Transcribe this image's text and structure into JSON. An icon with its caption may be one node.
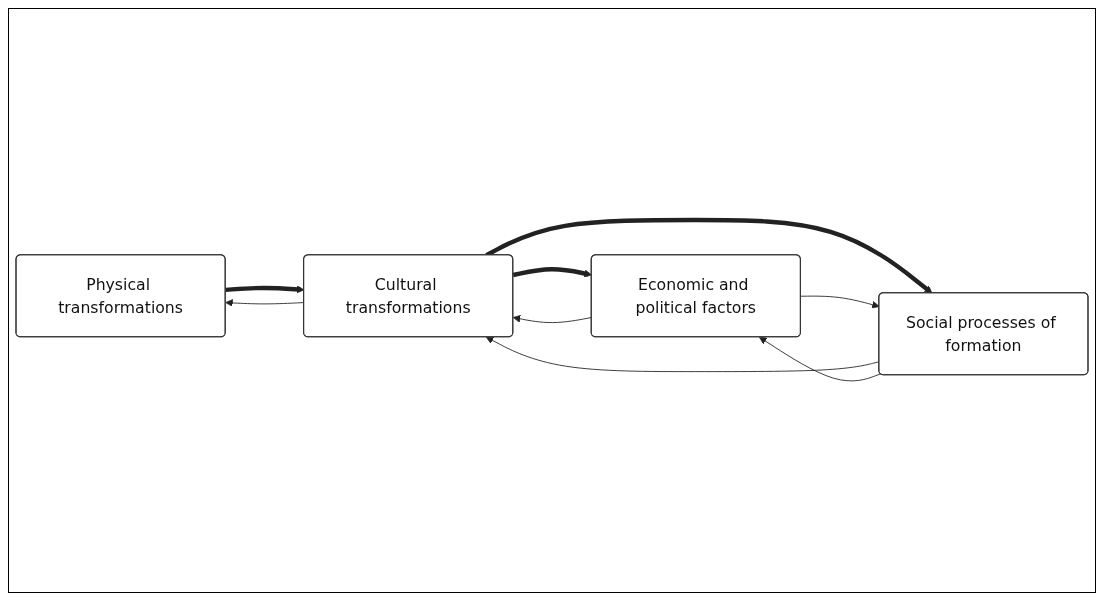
{
  "diagram": {
    "nodes": [
      {
        "text": [
          "Physical transformations"
        ]
      },
      {
        "text": [
          "Cultural transformations"
        ]
      },
      {
        "text": [
          "Economic and political factors"
        ]
      },
      {
        "text": [
          "Social processes of formation"
        ]
      }
    ],
    "edges": [
      {
        "from": 1,
        "to": 0,
        "arrow": "to"
      },
      {
        "from": 0,
        "to": 1,
        "arrow": "to",
        "style": "thick"
      },
      {
        "from": 2,
        "to": 1,
        "arrow": "to"
      },
      {
        "from": 1,
        "to": 2,
        "arrow": "to",
        "style": "thick"
      },
      {
        "from": 1,
        "to": 3,
        "arrow": "to",
        "style": "thick"
      },
      {
        "from": 3,
        "to": 1,
        "arrow": "to"
      },
      {
        "from": 2,
        "to": 3,
        "arrow": "to"
      },
      {
        "from": 3,
        "to": 2,
        "arrow": "to"
      }
    ]
  }
}
